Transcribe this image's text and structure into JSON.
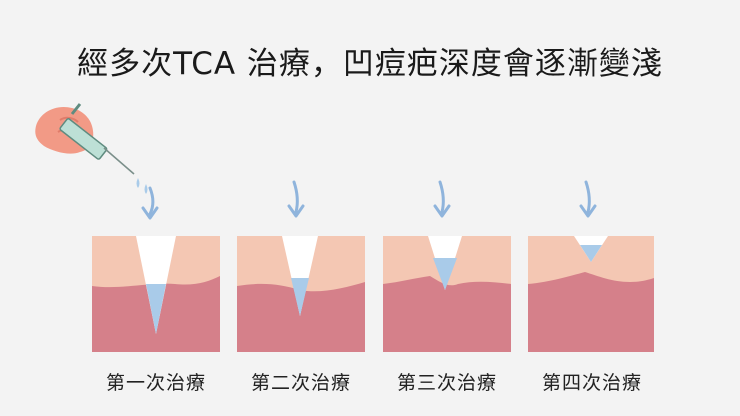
{
  "title": "經多次TCA 治療，凹痘疤深度會逐漸變淺",
  "stages": [
    {
      "label": "第一次治療"
    },
    {
      "label": "第二次治療"
    },
    {
      "label": "第三次治療"
    },
    {
      "label": "第四次治療"
    }
  ],
  "colors": {
    "background": "#f3f3f3",
    "epidermis": "#f4c7b3",
    "dermis": "#d5808a",
    "acid": "#a9cbe9",
    "scar_opening": "#ffffff",
    "arrow": "#8fb4dc",
    "hand": "#f29a86"
  }
}
